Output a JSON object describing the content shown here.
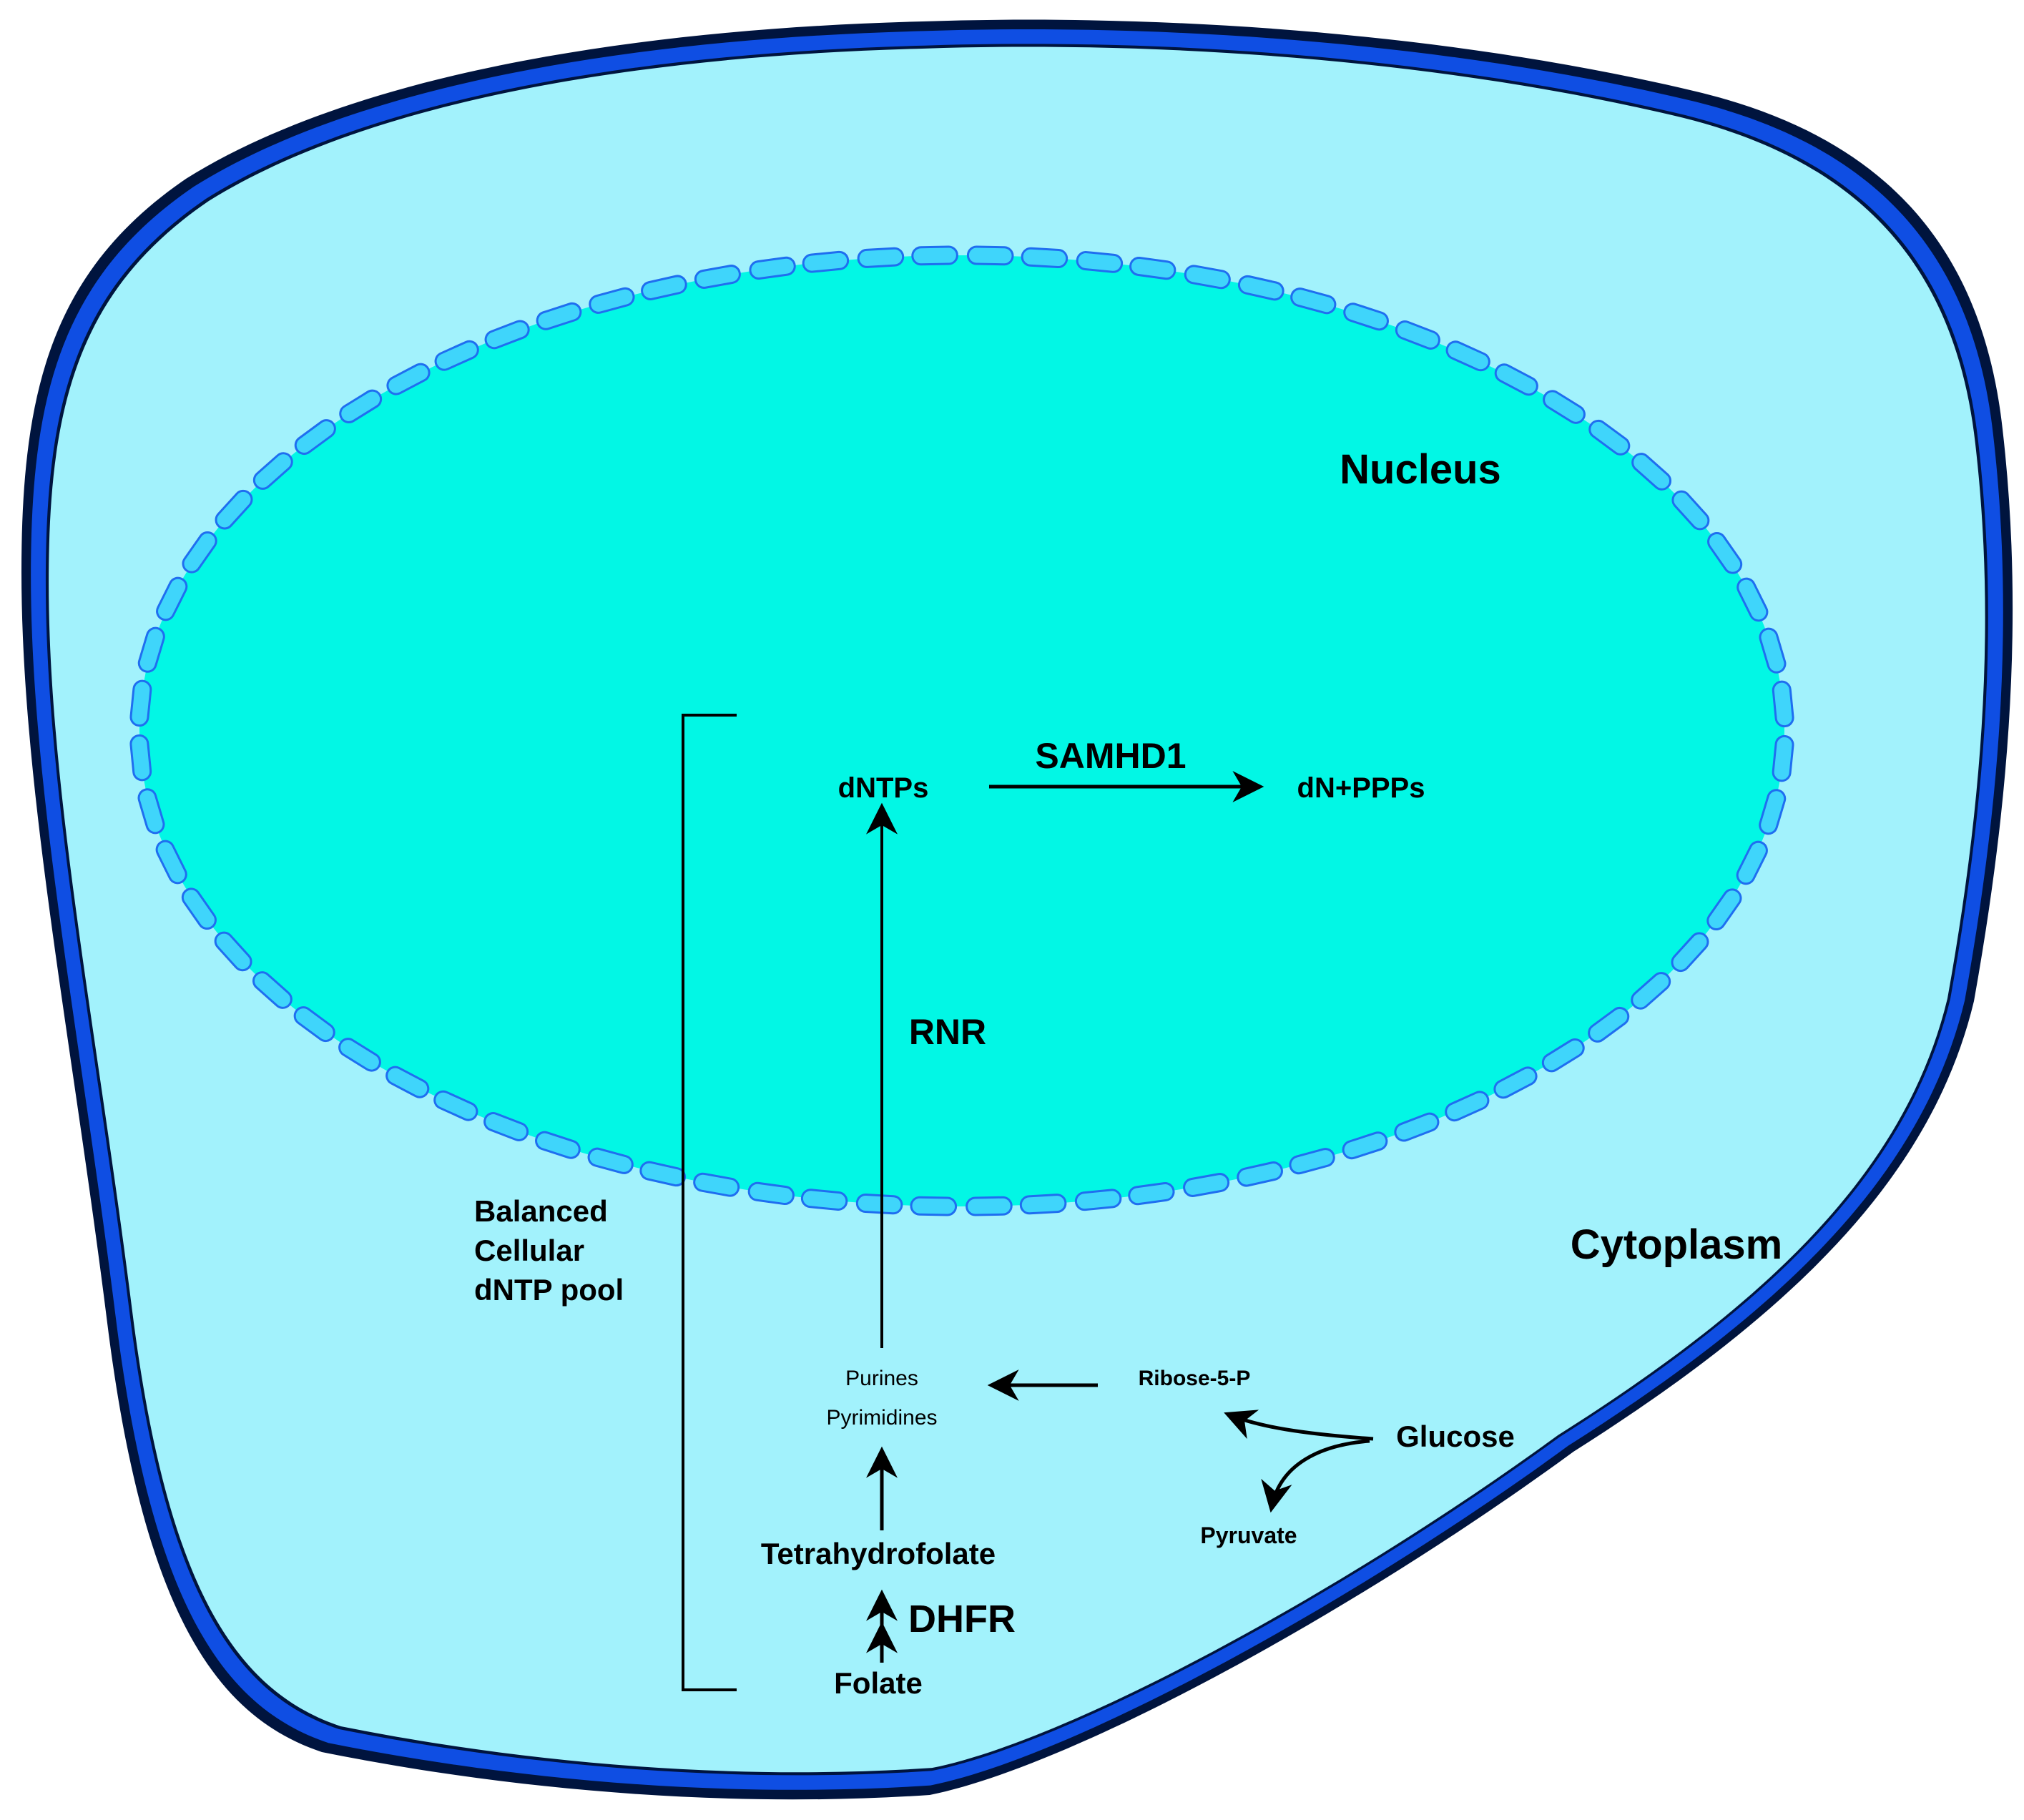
{
  "labels": {
    "nucleus": "Nucleus",
    "cytoplasm": "Cytoplasm",
    "dntps": "dNTPs",
    "samhd1": "SAMHD1",
    "dn_ppps": "dN+PPPs",
    "rnr": "RNR",
    "pool_line1": "Balanced",
    "pool_line2": "Cellular",
    "pool_line3": "dNTP pool",
    "purines": "Purines",
    "pyrimidines": "Pyrimidines",
    "ribose": "Ribose-5-P",
    "glucose": "Glucose",
    "pyruvate": "Pyruvate",
    "tetrahydrofolate": "Tetrahydrofolate",
    "dhfr": "DHFR",
    "folate": "Folate"
  },
  "colors": {
    "cell_fill": "#a2f2fc",
    "cell_border_dark": "#00143e",
    "cell_border_blue": "#0f4ee3",
    "nucleus_fill": "#02f7e5",
    "envelope_fill": "#3fd5fb",
    "envelope_stroke": "#1f6ef0",
    "arrow": "#000000"
  }
}
